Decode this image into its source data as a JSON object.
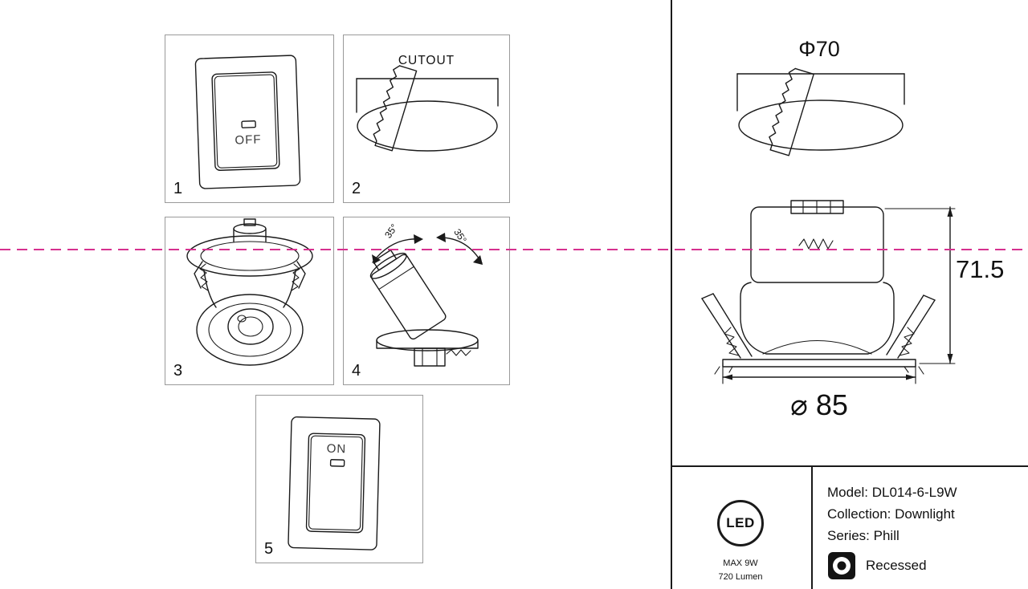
{
  "colors": {
    "line": "#1a1a1a",
    "accent": "#d6318f",
    "panel_border": "#9a9a9a"
  },
  "steps": {
    "s1": {
      "number": "1",
      "switch_label": "OFF"
    },
    "s2": {
      "number": "2",
      "title": "CUTOUT"
    },
    "s3": {
      "number": "3"
    },
    "s4": {
      "number": "4",
      "angle_left": "35°",
      "angle_right": "35°"
    },
    "s5": {
      "number": "5",
      "switch_label": "ON"
    }
  },
  "dimensions": {
    "cutout_diameter": "Φ70",
    "overall_height": "71.5",
    "trim_diameter": "⌀ 85"
  },
  "spec": {
    "led_badge": "LED",
    "max_power": "MAX 9W",
    "luminous_flux": "720 Lumen",
    "model": "Model: DL014-6-L9W",
    "collection": "Collection: Downlight",
    "series": "Series: Phill",
    "mounting": "Recessed"
  }
}
